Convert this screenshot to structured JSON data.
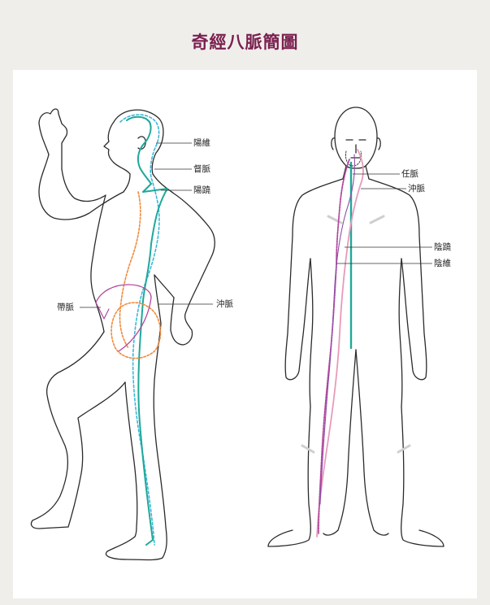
{
  "title": "奇經八脈簡圖",
  "labels": {
    "yangwei": "陽維",
    "du": "督脈",
    "yangqiao": "陽蹺",
    "dai": "帶脈",
    "chong_left": "沖脈",
    "ren": "任脈",
    "chong_right": "沖脈",
    "yinqiao": "陰蹺",
    "yinwei": "陰維"
  },
  "colors": {
    "title": "#7a1f4f",
    "teal": "#1fa89a",
    "cyan": "#3cb7d8",
    "orange": "#f08a3c",
    "magenta": "#b2489c",
    "pink": "#e79bb9",
    "outline": "#2b2b2b",
    "background": "#efeeea"
  }
}
